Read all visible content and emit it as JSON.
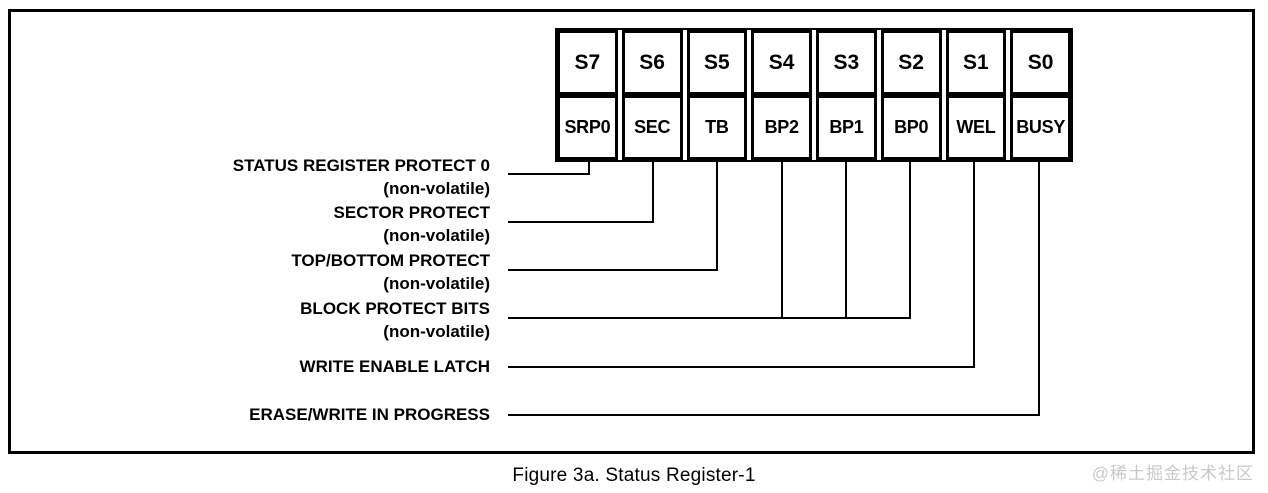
{
  "figure": {
    "caption": "Figure 3a. Status Register-1",
    "watermark": "@稀土掘金技术社区"
  },
  "register": {
    "bits": [
      {
        "bit": "S7",
        "name": "SRP0"
      },
      {
        "bit": "S6",
        "name": "SEC"
      },
      {
        "bit": "S5",
        "name": "TB"
      },
      {
        "bit": "S4",
        "name": "BP2"
      },
      {
        "bit": "S3",
        "name": "BP1"
      },
      {
        "bit": "S2",
        "name": "BP0"
      },
      {
        "bit": "S1",
        "name": "WEL"
      },
      {
        "bit": "S0",
        "name": "BUSY"
      }
    ]
  },
  "labels": [
    {
      "text": "STATUS REGISTER PROTECT 0",
      "sub": "(non-volatile)"
    },
    {
      "text": "SECTOR PROTECT",
      "sub": "(non-volatile)"
    },
    {
      "text": "TOP/BOTTOM PROTECT",
      "sub": "(non-volatile)"
    },
    {
      "text": "BLOCK PROTECT BITS",
      "sub": "(non-volatile)"
    },
    {
      "text": "WRITE ENABLE LATCH"
    },
    {
      "text": "ERASE/WRITE IN PROGRESS"
    }
  ],
  "colors": {
    "line": "#000000",
    "text": "#000000",
    "watermark": "#c9c9c9",
    "background": "#ffffff"
  }
}
